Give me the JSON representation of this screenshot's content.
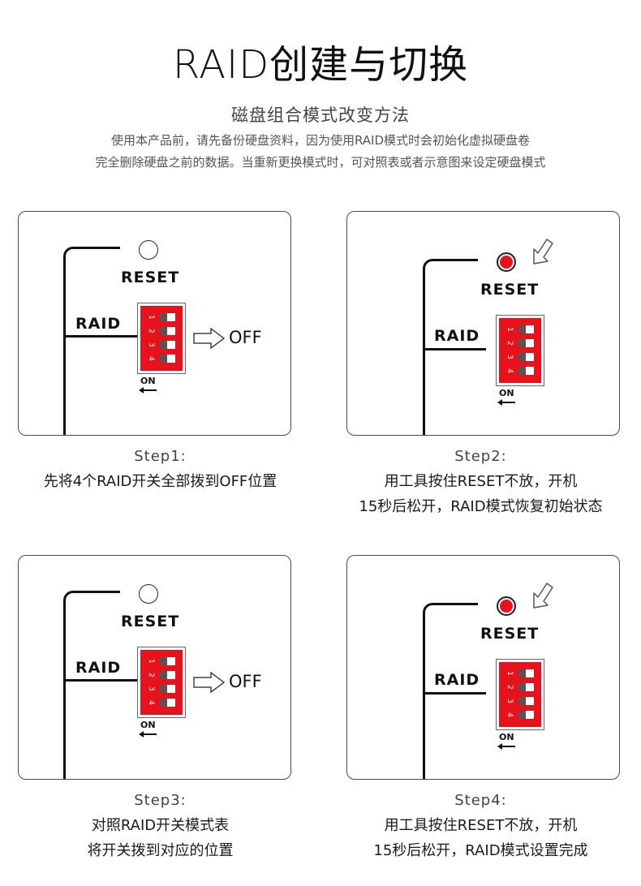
{
  "header": {
    "title": "RAID创建与切换",
    "subtitle": "磁盘组合模式改变方法",
    "intro_line1": "使用本产品前，请先备份硬盘资料，因为使用RAID模式时会初始化虚拟硬盘卷",
    "intro_line2": "完全删除硬盘之前的数据。当重新更换模式时，可对照表或者示意图来设定硬盘模式"
  },
  "diagram_labels": {
    "reset": "RESET",
    "raid": "RAID",
    "off": "OFF",
    "on": "ON",
    "switch_numbers": [
      "1",
      "2",
      "3",
      "4"
    ]
  },
  "steps": [
    {
      "title": "Step1:",
      "line1": "先将4个RAID开关全部拨到OFF位置",
      "line2": "",
      "led": "off",
      "show_off": true,
      "press_arrow": false
    },
    {
      "title": "Step2:",
      "line1": "用工具按住RESET不放，开机",
      "line2": "15秒后松开，RAID模式恢复初始状态",
      "led": "on",
      "show_off": false,
      "press_arrow": true
    },
    {
      "title": "Step3:",
      "line1": "对照RAID开关模式表",
      "line2": "将开关拨到对应的位置",
      "led": "off",
      "show_off": true,
      "press_arrow": false
    },
    {
      "title": "Step4:",
      "line1": "用工具按住RESET不放，开机",
      "line2": "15秒后松开，RAID模式设置完成",
      "led": "on",
      "show_off": false,
      "press_arrow": true
    }
  ],
  "colors": {
    "switch_red": "#e8121c",
    "led_red": "#e8121c"
  }
}
